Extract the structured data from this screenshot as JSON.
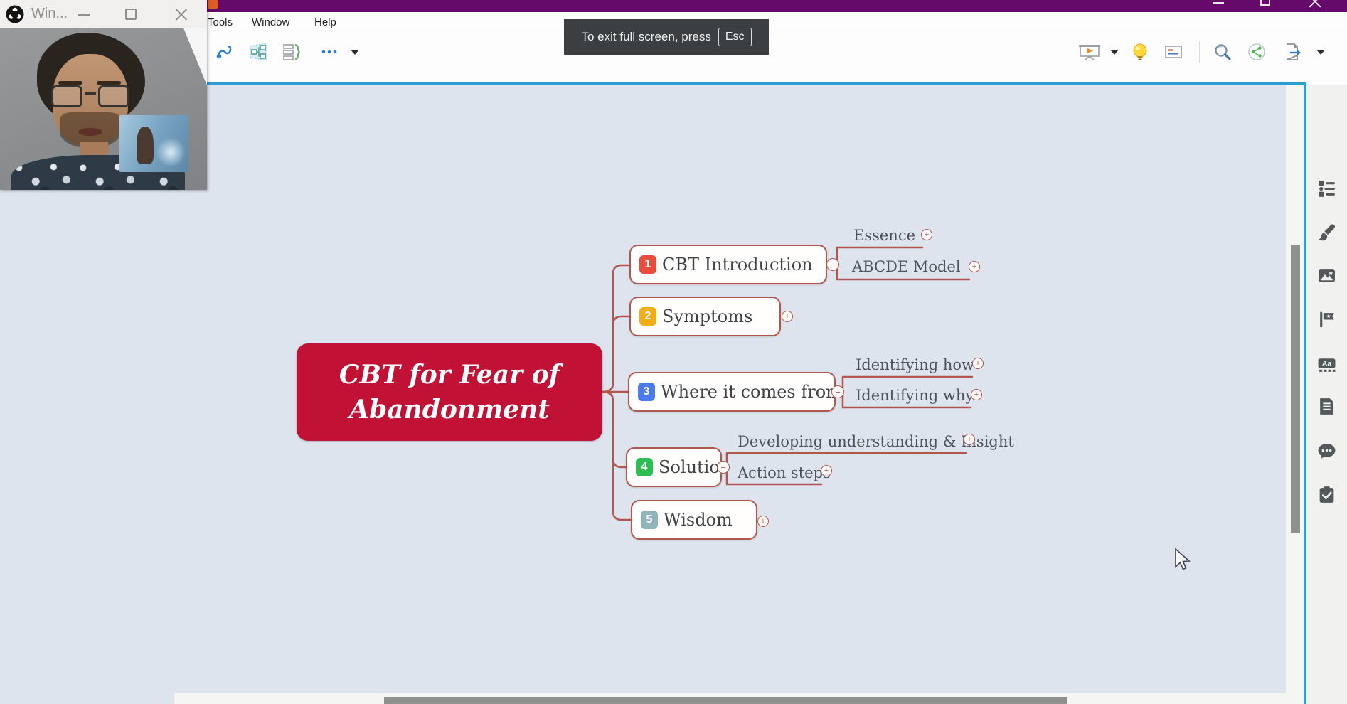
{
  "obs_window": {
    "title": "Win..."
  },
  "menu": {
    "items": [
      "Tools",
      "Window",
      "Help"
    ]
  },
  "toolbar": {
    "left_icons": [
      "relationship-curve",
      "map-structure",
      "summary-brace",
      "more-ellipsis",
      "dropdown-caret"
    ],
    "right_icons": [
      "presentation-play",
      "dropdown-caret",
      "idea-bulb",
      "slide-banner",
      "zoom-search",
      "share-network",
      "export-file",
      "dropdown-caret"
    ]
  },
  "notification": {
    "message": "To exit full screen, press",
    "key_label": "Esc"
  },
  "mindmap": {
    "central_topic": {
      "line1": "CBT for Fear of",
      "line2": "Abandonment",
      "bg_color": "#c11236"
    },
    "connector_color": "#b2574e",
    "collapse_glyph": "−",
    "expand_glyph": "+",
    "branches": [
      {
        "badge": "1",
        "badge_color": "#e74c3c",
        "label": "CBT Introduction",
        "children": [
          {
            "label": "Essence"
          },
          {
            "label": "ABCDE Model"
          }
        ]
      },
      {
        "badge": "2",
        "badge_color": "#f0ad18",
        "label": "Symptoms",
        "children": []
      },
      {
        "badge": "3",
        "badge_color": "#4b7bee",
        "label": "Where it comes from",
        "children": [
          {
            "label": "Identifying how"
          },
          {
            "label": "Identifying why"
          }
        ]
      },
      {
        "badge": "4",
        "badge_color": "#2dbd52",
        "label": "Solution",
        "children": [
          {
            "label": "Developing understanding & Insight"
          },
          {
            "label": "Action steps"
          }
        ]
      },
      {
        "badge": "5",
        "badge_color": "#8fb4b9",
        "label": "Wisdom",
        "children": []
      }
    ]
  },
  "sidebar": {
    "aa_text": "Aa",
    "icons": [
      "format-panel",
      "style-brush",
      "image",
      "marker-flag",
      "label",
      "notes",
      "comments",
      "tasks"
    ]
  },
  "colors": {
    "titlebar": "#650a6b",
    "canvas_bg": "#dde4ee",
    "canvas_border": "#2b9ed2",
    "notification_bg": "#3b3f42",
    "central_red": "#c11236",
    "branch_border": "#b2574e"
  }
}
